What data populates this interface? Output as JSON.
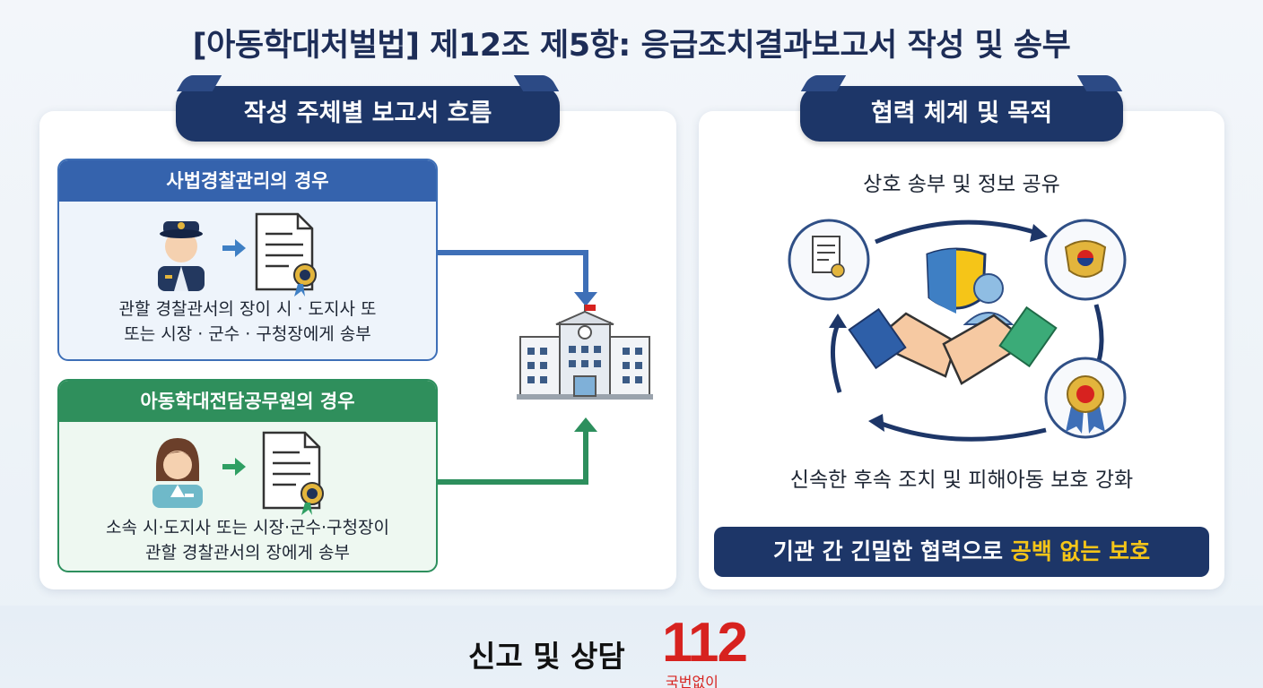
{
  "title": "[아동학대처벌법] 제12조 제5항: 응급조치결과보고서 작성 및 송부",
  "left_panel": {
    "ribbon": "작성 주체별 보고서 흐름",
    "police_case": {
      "header": "사법경찰관리의 경우",
      "line1": "관할 경찰관서의 장이 시 · 도지사 또",
      "line2": "또는 시장 · 군수 · 구청장에게 송부"
    },
    "official_case": {
      "header": "아동학대전담공무원의 경우",
      "line1": "소속 시·도지사 또는 시장·군수·구청장이",
      "line2": "관할 경찰관서의 장에게 송부"
    }
  },
  "right_panel": {
    "ribbon": "협력 체계 및 목적",
    "top_label": "상호 송부 및 정보 공유",
    "bottom_label": "신속한 후속 조치 및 피해아동 보호 강화",
    "banner_main": "기관 간 긴밀한 협력으로 ",
    "banner_highlight": "공백 없는 보호"
  },
  "footer": {
    "label": "신고 및 상담",
    "number": "112",
    "sub": "국번없이"
  },
  "colors": {
    "navy": "#1d3668",
    "police_blue": "#3563ad",
    "official_green": "#2f8f5c",
    "highlight_yellow": "#f5c518",
    "hotline_red": "#d7221f"
  }
}
